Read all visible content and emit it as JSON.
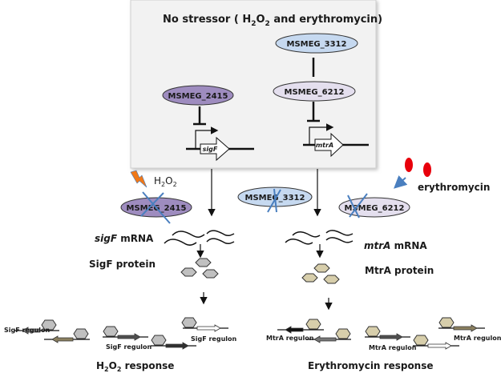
{
  "title_box": {
    "heading_prefix": "No stressor ( H",
    "heading_sub1": "2",
    "heading_mid": "O",
    "heading_sub2": "2",
    "heading_suffix": " and erythromycin)"
  },
  "nodes": {
    "msmeg_2415": "MSMEG_2415",
    "msmeg_3312": "MSMEG_3312",
    "msmeg_6212": "MSMEG_6212"
  },
  "genes": {
    "sigF": "sigF",
    "mtrA": "mtrA"
  },
  "stressors": {
    "h2o2_main": "H",
    "h2o2_sub1": "2",
    "h2o2_o": "O",
    "h2o2_sub2": "2",
    "erythromycin": "erythromycin"
  },
  "left_pathway": {
    "mrna_gene": "sigF",
    "mrna_suffix": " mRNA",
    "protein": "SigF protein",
    "regulon_label": "SigF regulon",
    "response_prefix": "H",
    "response_sub1": "2",
    "response_o": "O",
    "response_sub2": "2",
    "response_suffix": " response"
  },
  "right_pathway": {
    "mrna_gene": "mtrA",
    "mrna_suffix": " mRNA",
    "protein": "MtrA protein",
    "regulon_label": "MtrA regulon",
    "response": "Erythromycin response"
  },
  "colors": {
    "box_bg": "#f2f2f2",
    "msmeg_2415_fill": "#9e8cbf",
    "msmeg_3312_fill": "#c6d9f0",
    "msmeg_6212_fill": "#e4dfee",
    "cross": "#4a7fbf",
    "sigf_protein": "#c0c0c0",
    "mtra_protein": "#d7ceab",
    "lightning": "#f07818",
    "erythromycin_drop": "#e8000b"
  }
}
